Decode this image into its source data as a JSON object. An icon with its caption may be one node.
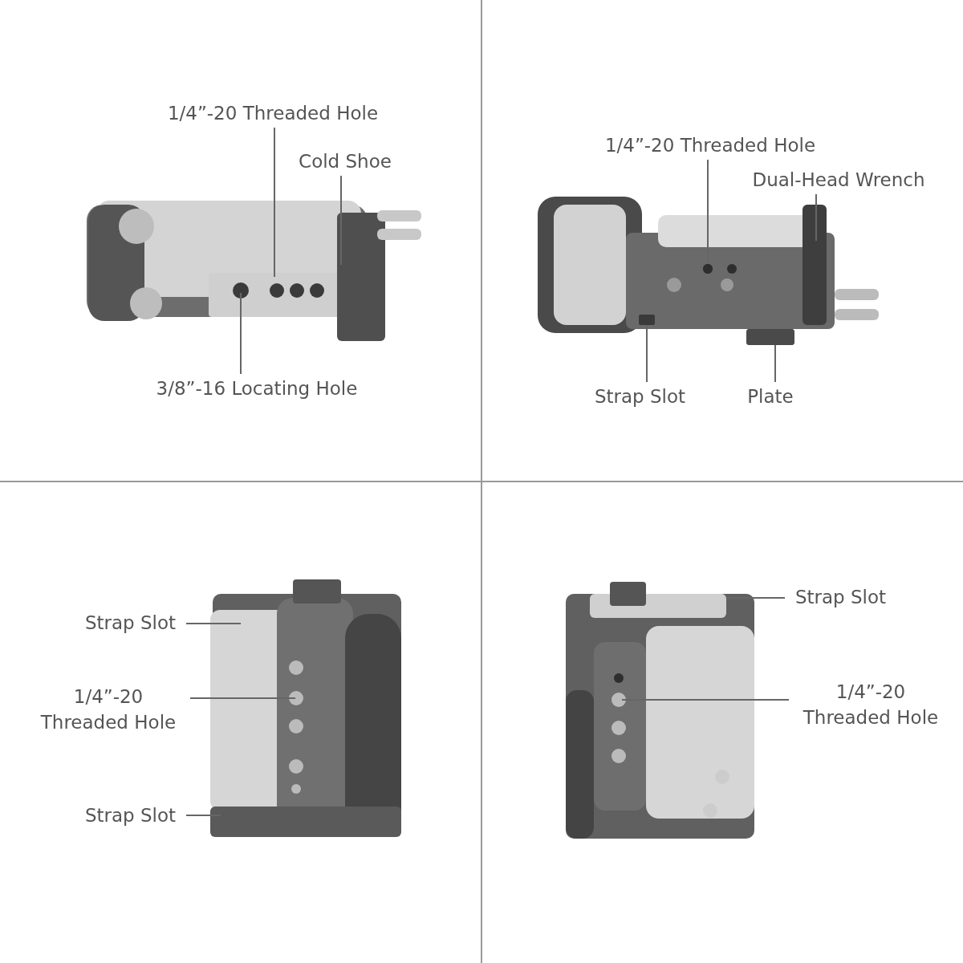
{
  "diagram": {
    "nodes": [
      {
        "text": [
          "1/4”-20 Threaded Hole"
        ]
      },
      {
        "text": [
          "Cold Shoe"
        ]
      },
      {
        "text": [
          "3/8”-16 Locating Hole"
        ]
      },
      {
        "text": [
          "1/4”-20 Threaded Hole"
        ]
      },
      {
        "text": [
          "Dual-Head Wrench"
        ]
      },
      {
        "text": [
          "Strap Slot"
        ]
      },
      {
        "text": [
          "Plate"
        ]
      },
      {
        "text": [
          "Strap Slot"
        ]
      },
      {
        "text": [
          "1/4”-20 Threaded Hole"
        ]
      },
      {
        "text": [
          "Strap Slot"
        ]
      },
      {
        "text": [
          "Strap Slot"
        ]
      },
      {
        "text": [
          "1/4”-20 Threaded Hole"
        ]
      },
      {
        "text": [],
        "shape": "circle"
      },
      {
        "text": [],
        "shape": "box"
      },
      {
        "text": [],
        "shape": "bar"
      }
    ],
    "edges": [
      {
        "from": 0,
        "to": null,
        "arrow": "none"
      },
      {
        "from": 1,
        "to": null,
        "arrow": "none"
      },
      {
        "from": 2,
        "to": null,
        "arrow": "none"
      },
      {
        "from": 3,
        "to": 12,
        "arrow": "none"
      },
      {
        "from": 4,
        "to": null,
        "arrow": "none"
      },
      {
        "from": 5,
        "to": 13,
        "arrow": "none"
      },
      {
        "from": 6,
        "to": 14,
        "arrow": "none"
      },
      {
        "from": 7,
        "to": null,
        "arrow": "none"
      },
      {
        "from": 8,
        "to": null,
        "arrow": "none"
      },
      {
        "from": 9,
        "to": null,
        "arrow": "none"
      },
      {
        "from": 10,
        "to": null,
        "arrow": "none"
      },
      {
        "from": 11,
        "to": null,
        "arrow": "none"
      }
    ]
  }
}
